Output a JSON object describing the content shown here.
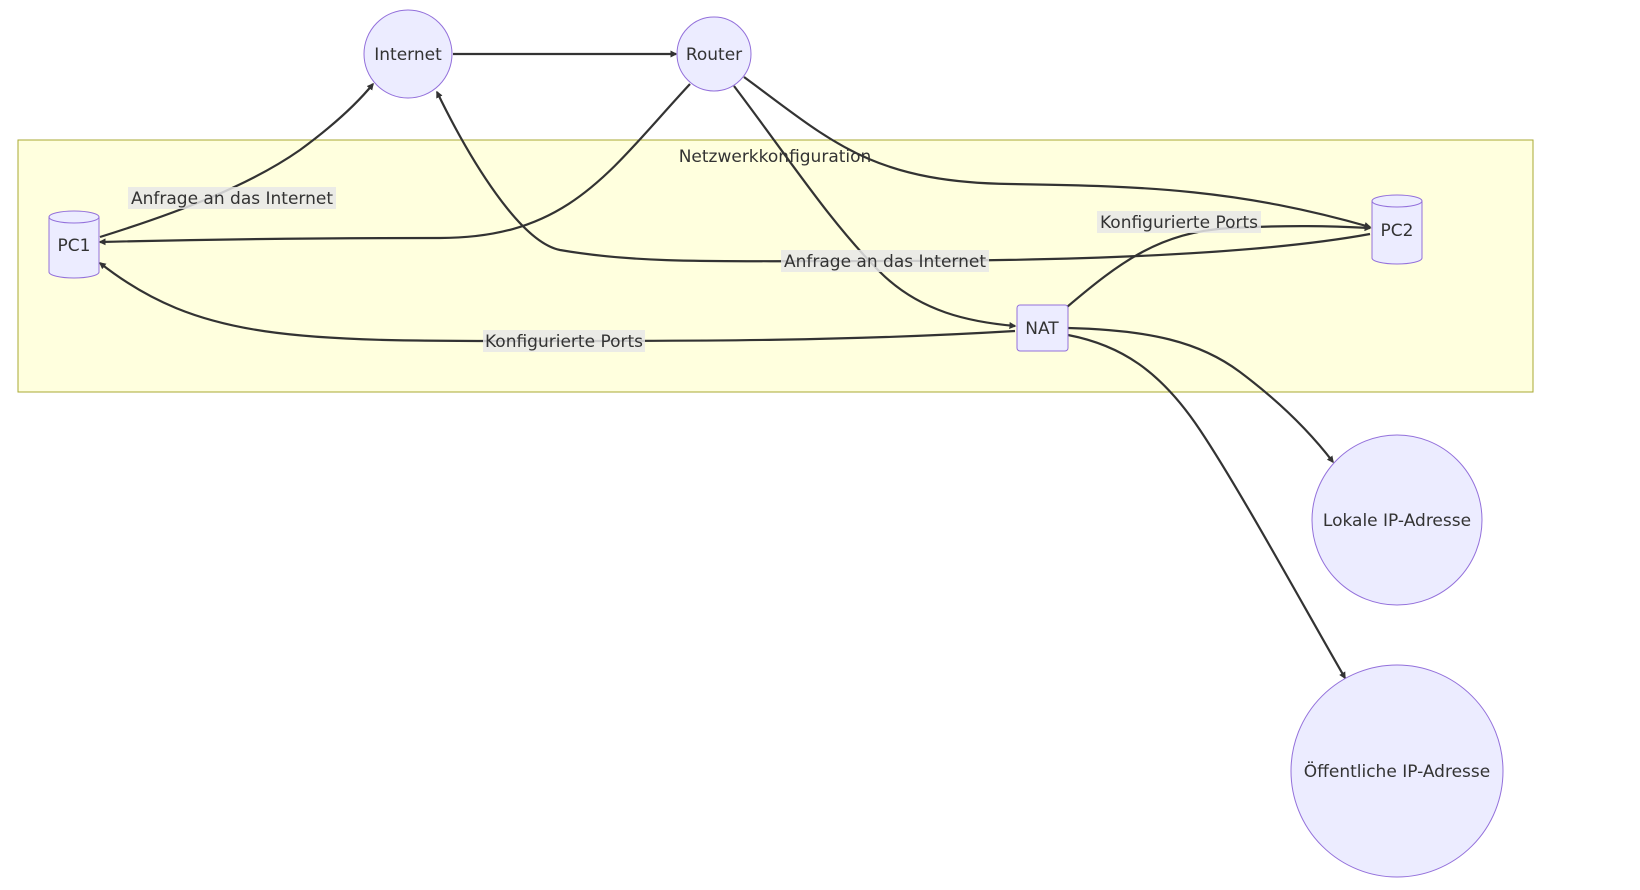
{
  "cluster": {
    "label": "Netzwerkkonfiguration"
  },
  "nodes": {
    "internet": "Internet",
    "router": "Router",
    "pc1": "PC1",
    "pc2": "PC2",
    "nat": "NAT",
    "local_ip": "Lokale IP-Adresse",
    "public_ip": "Öffentliche IP-Adresse"
  },
  "edges": {
    "pc1_internet": "Anfrage an das Internet",
    "pc2_internet": "Anfrage an das Internet",
    "nat_pc1": "Konfigurierte Ports",
    "nat_pc2": "Konfigurierte Ports"
  },
  "colors": {
    "node_fill": "#ececff",
    "node_stroke": "#9370db",
    "cluster_fill": "#ffffde",
    "cluster_stroke": "#aaaa33",
    "edge": "#333333"
  }
}
